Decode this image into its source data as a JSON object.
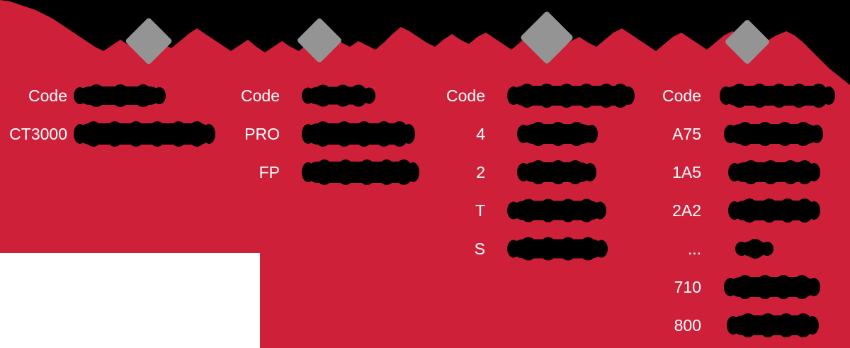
{
  "theme": {
    "background_color": "#ce2139",
    "redaction_color": "#000000",
    "marker_color": "#949494",
    "text_color": "#ffffff",
    "panel_color": "#ffffff"
  },
  "columns": [
    {
      "id": "column-1",
      "header": {
        "code": "Code",
        "description_redacted": true
      },
      "rows": [
        {
          "code": "CT3000",
          "description_redacted": true
        }
      ]
    },
    {
      "id": "column-2",
      "header": {
        "code": "Code",
        "description_redacted": true
      },
      "rows": [
        {
          "code": "PRO",
          "description_redacted": true
        },
        {
          "code": "FP",
          "description_redacted": true
        }
      ]
    },
    {
      "id": "column-3",
      "header": {
        "code": "Code",
        "description_redacted": true
      },
      "rows": [
        {
          "code": "4",
          "description_redacted": true
        },
        {
          "code": "2",
          "description_redacted": true
        },
        {
          "code": "T",
          "description_redacted": true
        },
        {
          "code": "S",
          "description_redacted": true
        }
      ]
    },
    {
      "id": "column-4",
      "header": {
        "code": "Code",
        "description_redacted": true
      },
      "rows": [
        {
          "code": "A75",
          "description_redacted": true
        },
        {
          "code": "1A5",
          "description_redacted": true
        },
        {
          "code": "2A2",
          "description_redacted": true
        },
        {
          "code": "...",
          "description_redacted": true
        },
        {
          "code": "710",
          "description_redacted": true
        },
        {
          "code": "800",
          "description_redacted": true
        }
      ]
    }
  ],
  "markers": [
    {
      "name": "diamond-marker-1"
    },
    {
      "name": "diamond-marker-2"
    },
    {
      "name": "diamond-marker-3"
    },
    {
      "name": "diamond-marker-4"
    }
  ],
  "top_band": {
    "redacted": true
  }
}
